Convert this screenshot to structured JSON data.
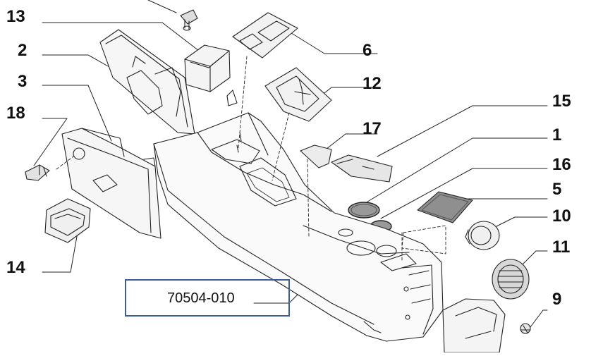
{
  "diagram": {
    "part_callouts": [
      "13",
      "2",
      "3",
      "18",
      "14",
      "6",
      "12",
      "15",
      "17",
      "1",
      "16",
      "5",
      "10",
      "11",
      "9"
    ],
    "reference_code": "70504-010",
    "colors": {
      "line": "#222222",
      "reference_box_border": "#3b5e9a",
      "background": "#ffffff"
    }
  }
}
